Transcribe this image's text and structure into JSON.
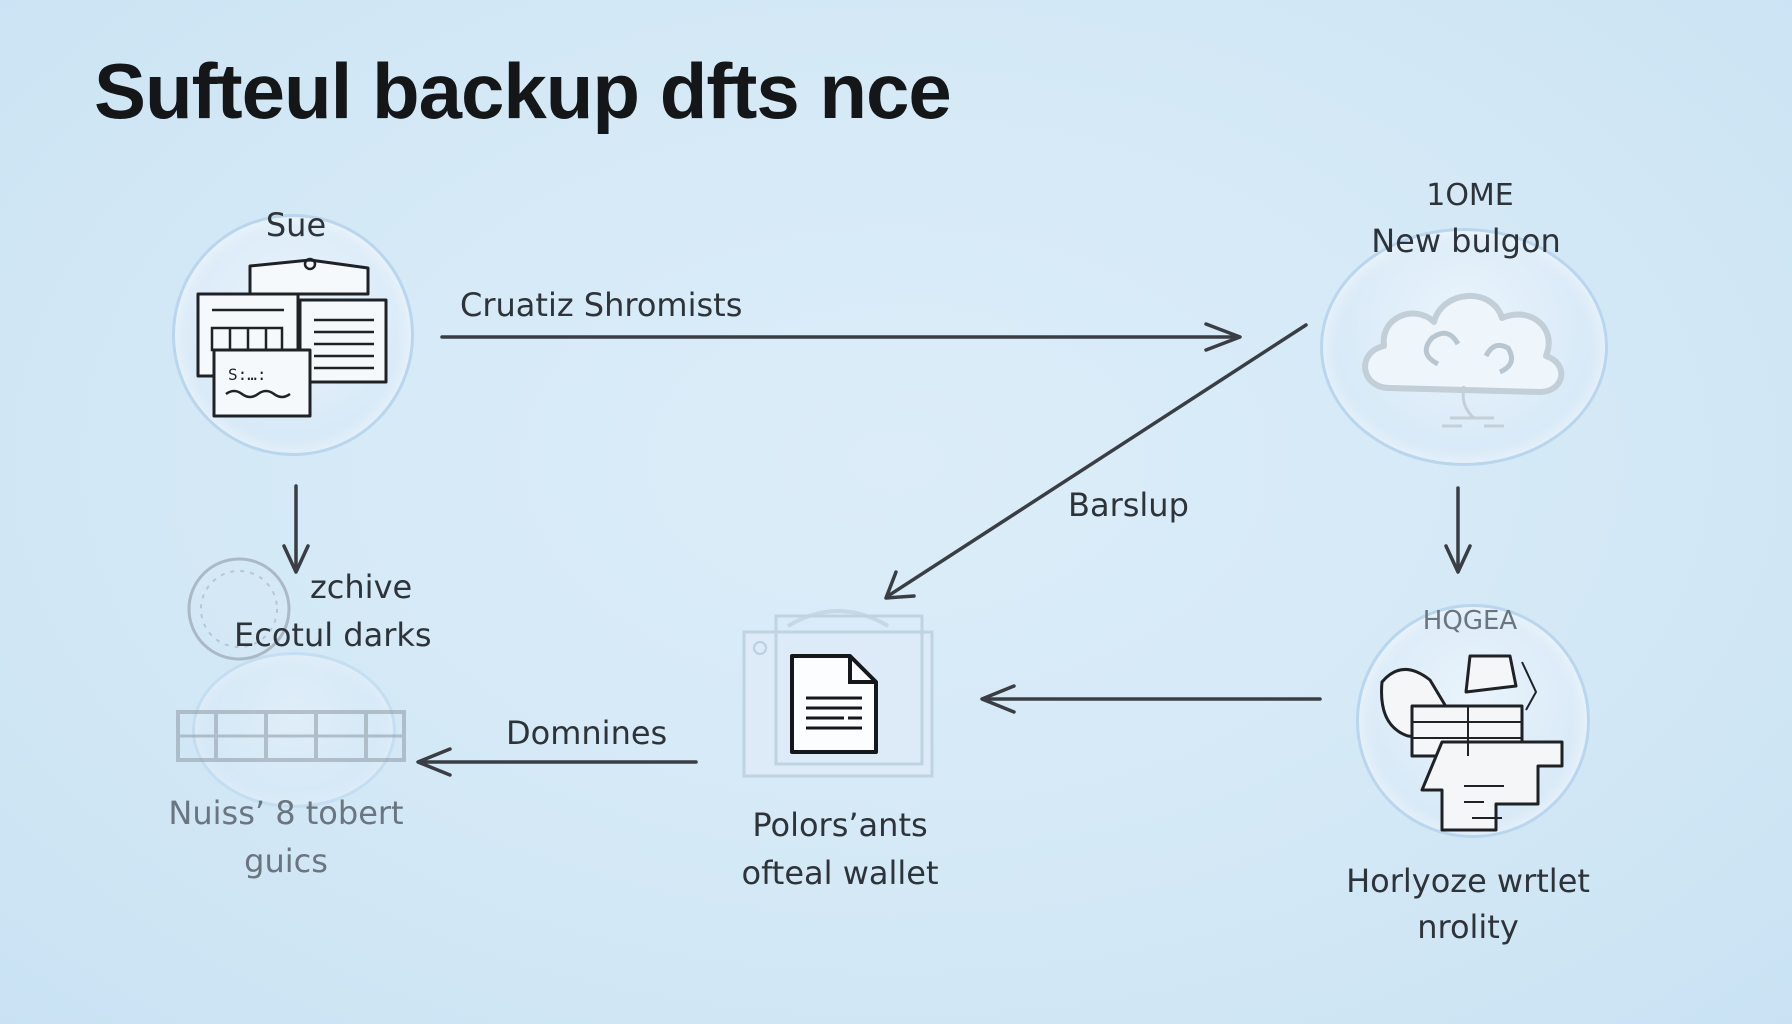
{
  "title": "Sufteul backup dfts nce",
  "nodes": {
    "source": {
      "label": "Sue"
    },
    "cloud": {
      "tag": "1OME",
      "label": "New bulgon"
    },
    "archive": {
      "label_line1": "zchive",
      "label_line2": "Ecotul darks",
      "caption_line1": "Nuiss’ 8 tobert",
      "caption_line2": "guics"
    },
    "document": {
      "caption_line1": "Polors’ants",
      "caption_line2": "ofteal wallet"
    },
    "storage": {
      "tag": "HQGEA",
      "caption_line1": "Horlyoze wrtlet",
      "caption_line2": "nrolity"
    }
  },
  "edges": {
    "source_to_cloud": "Cruatiz Shromists",
    "cloud_to_document": "Barslup",
    "document_to_archive": "Domnines"
  },
  "colors": {
    "background": "#d3e8f6",
    "circle_border": "#b9d6ee",
    "arrow": "#3a3e44",
    "title": "#141618"
  }
}
